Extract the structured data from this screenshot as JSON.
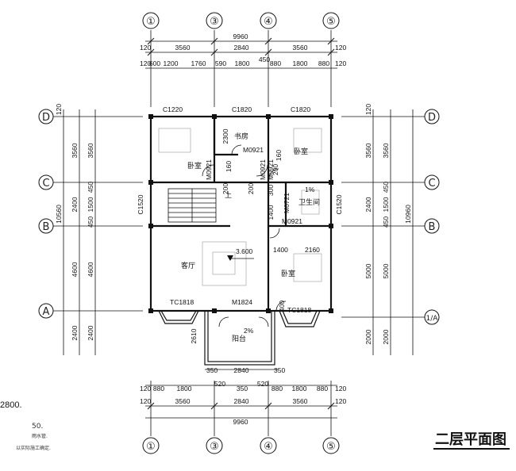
{
  "title": "二层平面图",
  "axes_vertical": [
    "①",
    "③",
    "④",
    "⑤"
  ],
  "axes_horizontal": [
    "D",
    "C",
    "B",
    "A"
  ],
  "axis_a_bottom_right": "1/A",
  "top_dims": {
    "total": "9960",
    "row2": [
      "120",
      "3560",
      "2840",
      "3560",
      "120"
    ],
    "row3": [
      "120",
      "600",
      "1200",
      "1760",
      "590",
      "1800",
      "450",
      "880",
      "1800",
      "880",
      "120"
    ]
  },
  "bottom_dims": {
    "total": "9960",
    "row1": [
      "120",
      "880",
      "1800",
      "520",
      "350",
      "520",
      "880",
      "1800",
      "880",
      "120"
    ],
    "row2": [
      "120",
      "3560",
      "2840",
      "3560",
      "120"
    ],
    "balcony_row": [
      "350",
      "2840",
      "350"
    ]
  },
  "left_dims": {
    "outer": [
      "120",
      "3560",
      "2400",
      "4600",
      "2400"
    ],
    "inner": [
      "3560",
      "450",
      "1500",
      "450",
      "4600",
      "2400"
    ],
    "total": "10560"
  },
  "right_dims": {
    "outer": [
      "120",
      "3560",
      "2400",
      "5000",
      "2000"
    ],
    "inner": [
      "3560",
      "450",
      "1500",
      "450",
      "5000",
      "2000"
    ],
    "total": "10960"
  },
  "windows": [
    "C1220",
    "C1820",
    "C1820",
    "C1520",
    "C1520",
    "TC1818",
    "TC1818",
    "M1824"
  ],
  "doors": [
    "M0921",
    "M0921",
    "M0921",
    "M0921",
    "M0721",
    "M0921"
  ],
  "rooms": {
    "bedroom1": "卧室",
    "study": "书房",
    "bedroom2": "卧室",
    "bathroom": "卫生间",
    "living": "客厅",
    "bedroom3": "卧室",
    "balcony": "阳台"
  },
  "interior_dims": [
    "2300",
    "160",
    "200",
    "200",
    "200",
    "300",
    "160",
    "1400",
    "1400",
    "2160",
    "2610",
    "400",
    "1%",
    "2%"
  ],
  "stair_label": "上",
  "elevation": "3.600",
  "notes": [
    "2800.",
    "50.",
    "雨水管.",
    "以实际施工确定."
  ]
}
